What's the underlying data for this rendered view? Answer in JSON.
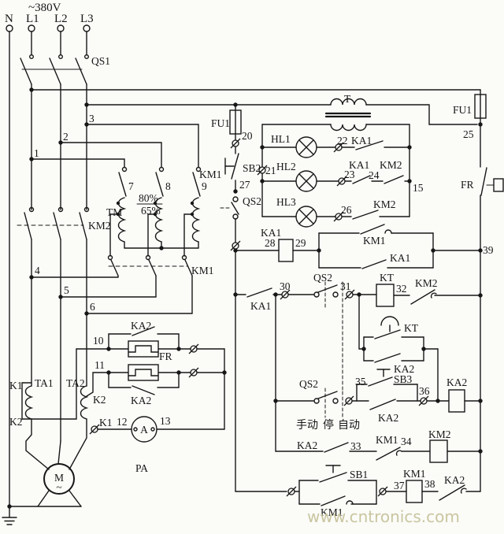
{
  "labels": {
    "supply": {
      "voltage": "~380V",
      "n": "N",
      "l1": "L1",
      "l2": "L2",
      "l3": "L3"
    },
    "wires": {
      "w1": "1",
      "w2": "2",
      "w3": "3",
      "w4": "4",
      "w5": "5",
      "w6": "6",
      "w7": "7",
      "w8": "8",
      "w9": "9",
      "w10": "10",
      "w11": "11",
      "w12": "12",
      "w13": "13",
      "w15": "15",
      "w20": "20",
      "w21": "21",
      "w22": "22",
      "w23": "23",
      "w24": "24",
      "w25": "25",
      "w26": "26",
      "w27": "27",
      "w28": "28",
      "w29": "29",
      "w30": "30",
      "w31": "31",
      "w32": "32",
      "w33": "33",
      "w34": "34",
      "w35": "35",
      "w36": "36",
      "w37": "37",
      "w38": "38",
      "w39": "39"
    },
    "comp": {
      "qs1": "QS1",
      "km2_main": "KM2",
      "km1_start_upper": "KM1",
      "km1_start_lower": "KM1",
      "tm": "TM",
      "tap80": "80%",
      "tap65": "65%",
      "t": "T",
      "ta1": "TA1",
      "ta2": "TA2",
      "k1_ta1": "K1",
      "k2_ta1": "K2",
      "k2_ta2": "K2",
      "k1_meter": "K1",
      "ka2_bypass_upper": "KA2",
      "ka2_bypass_lower": "KA2",
      "fr_heater": "FR",
      "pa": "PA",
      "pa_a": "A",
      "motor_m": "M",
      "motor_wave": "~",
      "fu1_left": "FU1",
      "fu1_right": "FU1",
      "sb2": "SB2",
      "qs2_upper": "QS2",
      "qs2_middle": "QS2",
      "qs2_lower": "QS2",
      "hl1": "HL1",
      "hl2": "HL2",
      "hl3": "HL3",
      "ka1_hl1": "KA1",
      "ka1_hl2": "KA1",
      "km2_hl2": "KM2",
      "km2_hl3": "KM2",
      "fr_contact": "FR",
      "ka1_coil": "KA1",
      "km1_seal": "KM1",
      "ka1_seal": "KA1",
      "ka1_aux": "KA1",
      "kt_coil": "KT",
      "km2_interlock": "KM2",
      "kt_delay": "KT",
      "ka2_seal_upper": "KA2",
      "sb3": "SB3",
      "ka2_seal_lower": "KA2",
      "ka2_coil": "KA2",
      "ka2_aux": "KA2",
      "km1_interlock": "KM1",
      "km2_coil": "KM2",
      "sb1": "SB1",
      "km1_seal_lower": "KM1",
      "km1_coil": "KM1",
      "ka2_interlock": "KA2"
    },
    "pos": {
      "manual": "手动",
      "stop": "停",
      "auto": "自动"
    },
    "watermark": "www.cntronics.com"
  }
}
